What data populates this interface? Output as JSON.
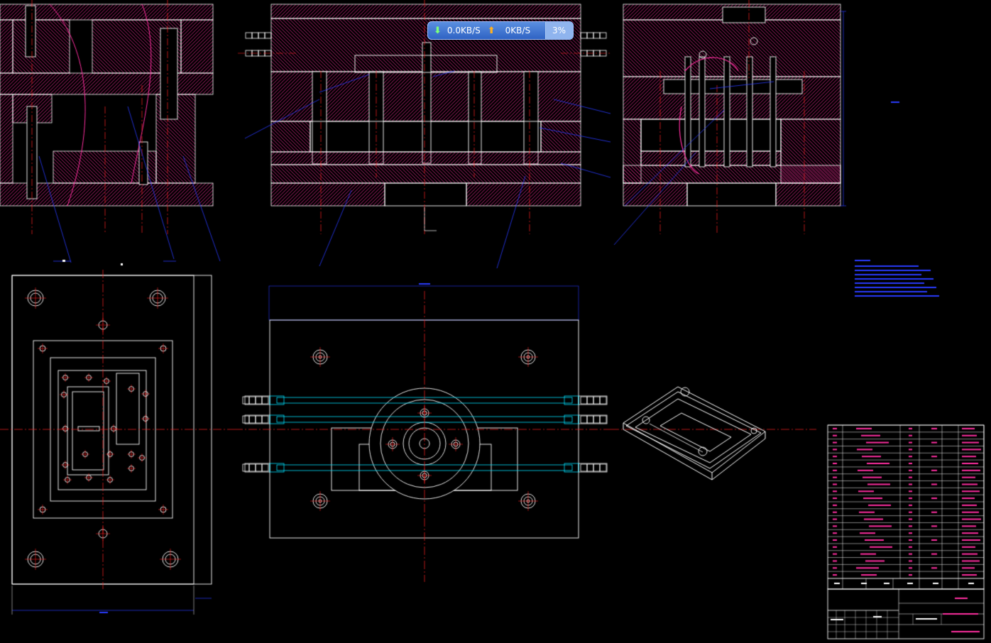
{
  "net_widget": {
    "download": "0.0KB/S",
    "upload": "0KB/S",
    "percent": "3%",
    "percent_value": 3,
    "down_icon": "arrow-down-icon",
    "up_icon": "arrow-up-icon"
  },
  "colors": {
    "background": "#000000",
    "section_hatch": "#ff2fa0",
    "outline": "#ffffff",
    "center_line": "#ff2020",
    "leader": "#2a3bff",
    "cyan": "#00e0ff"
  }
}
